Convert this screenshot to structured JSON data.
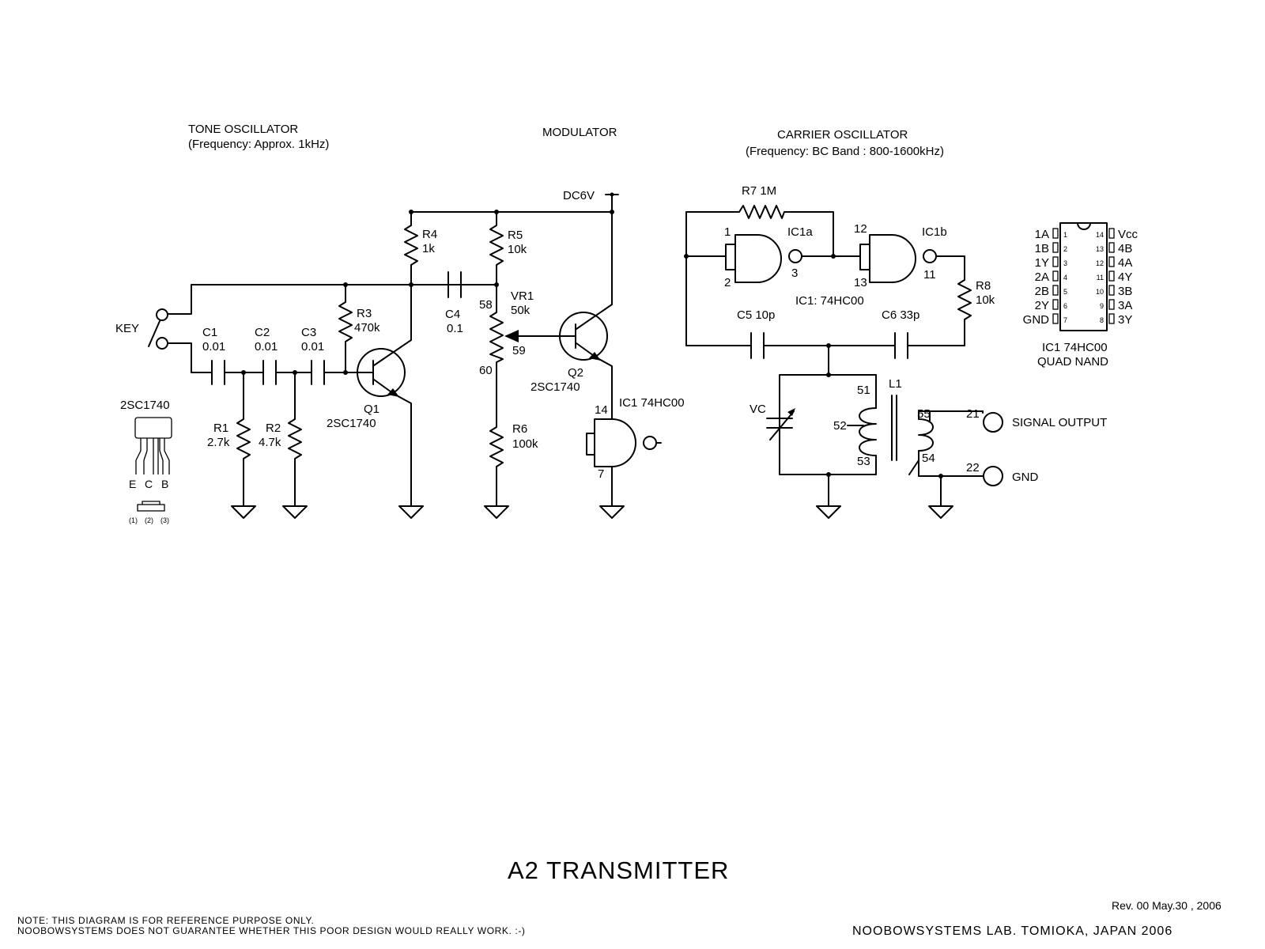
{
  "sections": {
    "tone_title": "TONE OSCILLATOR",
    "tone_sub": "(Frequency: Approx. 1kHz)",
    "modulator_title": "MODULATOR",
    "carrier_title": "CARRIER OSCILLATOR",
    "carrier_sub": "(Frequency: BC Band : 800-1600kHz)"
  },
  "power_label": "DC6V",
  "components": {
    "key": "KEY",
    "c1": {
      "name": "C1",
      "value": "0.01"
    },
    "c2": {
      "name": "C2",
      "value": "0.01"
    },
    "c3": {
      "name": "C3",
      "value": "0.01"
    },
    "r1": {
      "name": "R1",
      "value": "2.7k"
    },
    "r2": {
      "name": "R2",
      "value": "4.7k"
    },
    "r3": {
      "name": "R3",
      "value": "470k"
    },
    "r4": {
      "name": "R4",
      "value": "1k"
    },
    "r5": {
      "name": "R5",
      "value": "10k"
    },
    "r6": {
      "name": "R6",
      "value": "100k"
    },
    "c4": {
      "name": "C4",
      "value": "0.1"
    },
    "vr1": {
      "name": "VR1",
      "value": "50k",
      "pin_top": "58",
      "pin_wiper": "59",
      "pin_bottom": "60"
    },
    "q1": {
      "name": "Q1",
      "type": "2SC1740"
    },
    "q2": {
      "name": "Q2",
      "type": "2SC1740"
    },
    "ic1_gate": {
      "label": "IC1 74HC00",
      "pin_vcc": "14",
      "pin_gnd": "7"
    },
    "r7": "R7 1M",
    "r8": {
      "name": "R8",
      "value": "10k"
    },
    "ic1a": {
      "name": "IC1a",
      "pin1": "1",
      "pin2": "2",
      "pin3": "3"
    },
    "ic1b": {
      "name": "IC1b",
      "pin12": "12",
      "pin13": "13",
      "pin11": "11"
    },
    "ic1_note": "IC1: 74HC00",
    "c5": "C5 10p",
    "c6": "C6  33p",
    "vc": "VC",
    "l1": {
      "name": "L1",
      "p51": "51",
      "p52": "52",
      "p53": "53",
      "p55": "55",
      "p54": "54"
    },
    "out": {
      "pin21": "21",
      "label": "SIGNAL OUTPUT",
      "pin22": "22",
      "gnd_label": "GND"
    }
  },
  "transistor_pkg": {
    "name": "2SC1740",
    "e": "E",
    "c": "C",
    "b": "B",
    "p1": "(1)",
    "p2": "(2)",
    "p3": "(3)"
  },
  "pinout": {
    "left_labels": [
      "1A",
      "1B",
      "1Y",
      "2A",
      "2B",
      "2Y",
      "GND"
    ],
    "left_pins": [
      "1",
      "2",
      "3",
      "4",
      "5",
      "6",
      "7"
    ],
    "right_pins": [
      "14",
      "13",
      "12",
      "11",
      "10",
      "9",
      "8"
    ],
    "right_labels": [
      "Vcc",
      "4B",
      "4A",
      "4Y",
      "3B",
      "3A",
      "3Y"
    ],
    "caption1": "IC1 74HC00",
    "caption2": "QUAD NAND"
  },
  "title": "A2 TRANSMITTER",
  "revision": "Rev. 00 May.30 , 2006",
  "note_line1": "NOTE: THIS DIAGRAM IS FOR REFERENCE PURPOSE ONLY.",
  "note_line2": "NOOBOWSYSTEMS DOES NOT GUARANTEE WHETHER THIS POOR DESIGN WOULD REALLY WORK. :-)",
  "credit": "NOOBOWSYSTEMS LAB. TOMIOKA, JAPAN 2006"
}
